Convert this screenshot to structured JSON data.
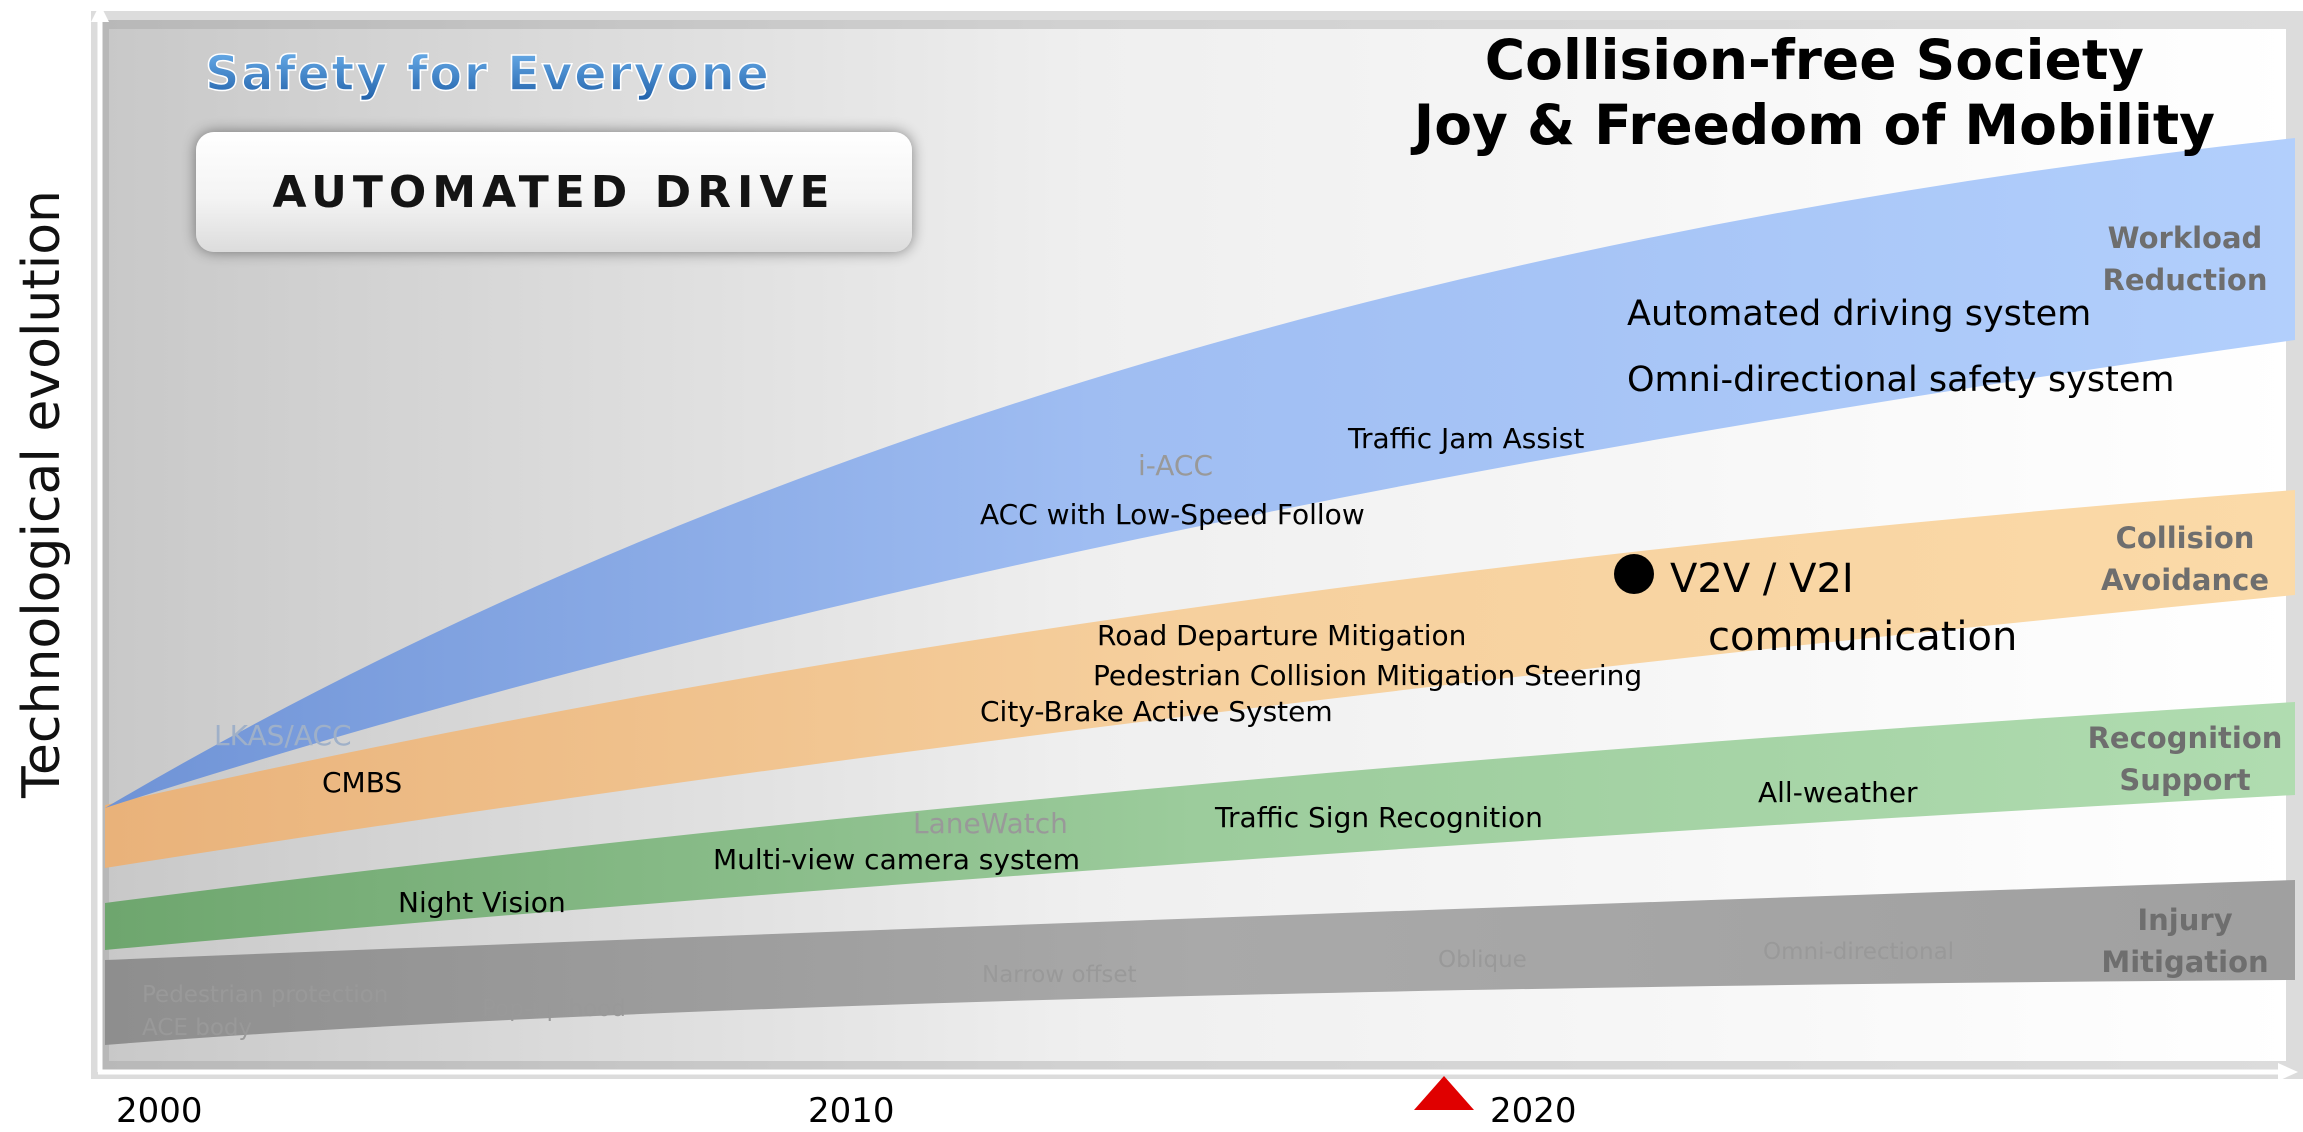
{
  "axes": {
    "y_label": "Technological evolution",
    "x_ticks": [
      "2000",
      "2010",
      "2020"
    ]
  },
  "header": {
    "slogan": "Safety for Everyone",
    "badge": "AUTOMATED DRIVE",
    "title_line1": "Collision-free Society",
    "title_line2": "Joy & Freedom of Mobility"
  },
  "bands": [
    {
      "id": "workload",
      "label_line1": "Workload",
      "label_line2": "Reduction",
      "color": "#a8c8f8"
    },
    {
      "id": "collision",
      "label_line1": "Collision",
      "label_line2": "Avoidance",
      "color": "#f8d6a0"
    },
    {
      "id": "recognition",
      "label_line1": "Recognition",
      "label_line2": "Support",
      "color": "#a7d7a7"
    },
    {
      "id": "injury",
      "label_line1": "Injury",
      "label_line2": "Mitigation",
      "color": "#a6a6a6"
    }
  ],
  "technologies": {
    "automated_driving": "Automated driving system",
    "omni_safety": "Omni-directional safety system",
    "traffic_jam": "Traffic Jam Assist",
    "i_acc": "i-ACC",
    "acc_low_speed": "ACC with Low-Speed Follow",
    "v2v": "V2V / V2I",
    "communication": "communication",
    "road_departure": "Road Departure Mitigation",
    "pedestrian_steering": "Pedestrian Collision Mitigation Steering",
    "city_brake": "City-Brake Active System",
    "lkas_acc": "LKAS/ACC",
    "cmbs": "CMBS",
    "lanewatch": "LaneWatch",
    "traffic_sign": "Traffic Sign Recognition",
    "all_weather": "All-weather",
    "multiview": "Multi-view camera system",
    "night_vision": "Night Vision",
    "narrow_offset": "Narrow offset",
    "oblique": "Oblique",
    "omni_directional": "Omni-directional",
    "pedestrian_protection": "Pedestrian protection",
    "ace_body": "ACE body",
    "popup_hood": "Pop-up hood"
  },
  "colors": {
    "dark_text": "#000000",
    "muted_text": "#999999",
    "band_label": "#6e6e6e",
    "marker": "#e00000",
    "slogan": "#2f79be"
  }
}
